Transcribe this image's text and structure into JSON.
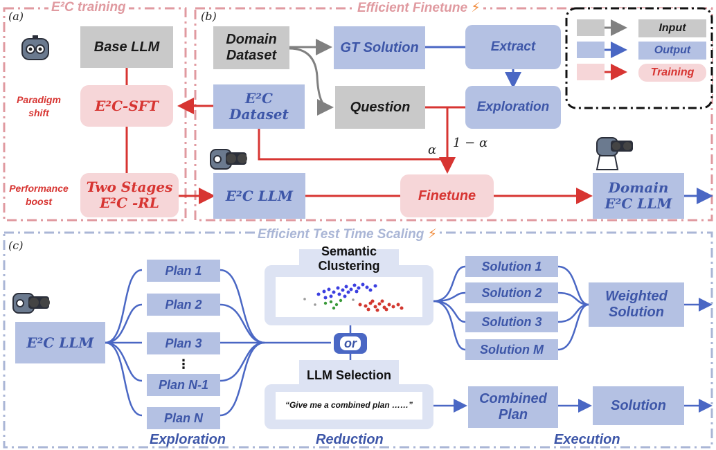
{
  "panels": {
    "a": {
      "tag": "(a)",
      "title": "E²C training"
    },
    "b": {
      "tag": "(b)",
      "title": "Efficient Finetune"
    },
    "c": {
      "tag": "(c)",
      "title": "Efficient Test Time Scaling"
    }
  },
  "a": {
    "base_llm": "Base LLM",
    "sft": "E²C-SFT",
    "rl_line1": "Two Stages",
    "rl_line2": "E²C -RL",
    "paradigm_shift": "Paradigm shift",
    "performance_boost": "Performance boost"
  },
  "b": {
    "domain_dataset": "Domain Dataset",
    "gt_solution": "GT Solution",
    "extract": "Extract",
    "question": "Question",
    "exploration": "Exploration",
    "e2c_dataset_line1": "E²C",
    "e2c_dataset_line2": "Dataset",
    "e2c_llm": "E²C LLM",
    "finetune": "Finetune",
    "domain_llm_line1": "Domain",
    "domain_llm_line2": "E²C LLM",
    "alpha": "α",
    "one_minus_alpha": "1 − α"
  },
  "legend": {
    "input": "Input",
    "output": "Output",
    "training": "Training",
    "colors": {
      "input": "#c9c9c9",
      "output": "#b4c1e3",
      "training": "#f6d6d8",
      "gray_arrow": "#808080",
      "blue_arrow": "#4a67c4",
      "red_arrow": "#d73532"
    }
  },
  "c": {
    "e2c_llm": "E²C LLM",
    "plans": [
      "Plan 1",
      "Plan 2",
      "Plan 3",
      "⋮",
      "Plan N-1",
      "Plan N"
    ],
    "semantic_clustering": "Semantic Clustering",
    "or": "or",
    "llm_selection": "LLM Selection",
    "prompt": "“Give me a combined plan ……”",
    "solutions": [
      "Solution  1",
      "Solution  2",
      "Solution  3",
      "Solution  M"
    ],
    "weighted_solution_line1": "Weighted",
    "weighted_solution_line2": "Solution",
    "combined_plan_line1": "Combined",
    "combined_plan_line2": "Plan",
    "solution": "Solution",
    "stage_exploration": "Exploration",
    "stage_reduction": "Reduction",
    "stage_execution": "Execution"
  }
}
